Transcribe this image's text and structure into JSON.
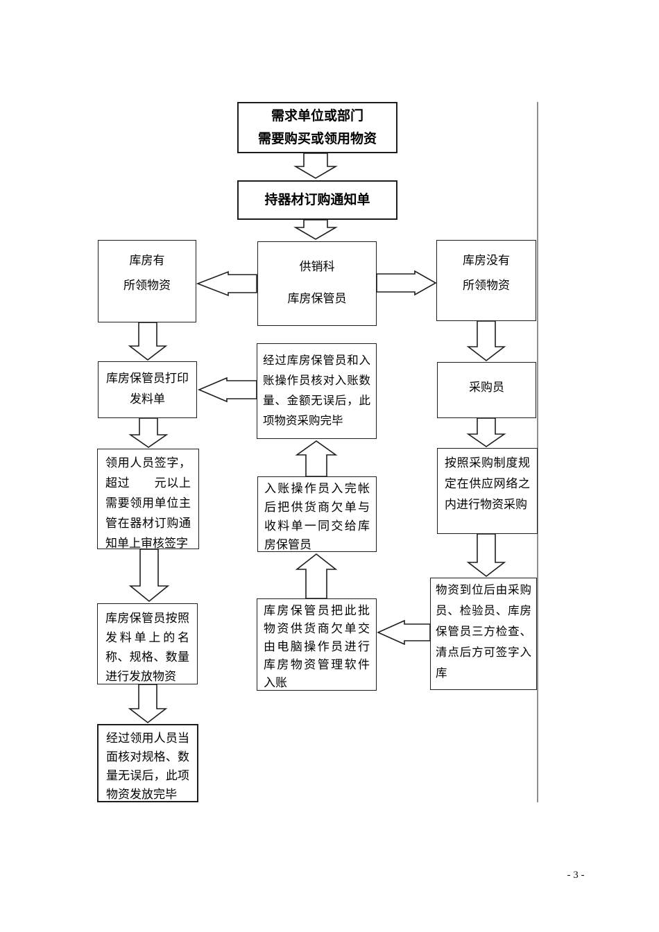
{
  "page": {
    "number": "- 3 -"
  },
  "colors": {
    "stroke": "#1d1d1d",
    "page_rule": "#8f8f8f",
    "background": "#ffffff"
  },
  "boxes": {
    "demand": [
      "需求单位或部门",
      "需要购买或领用物资"
    ],
    "notice": [
      "持器材订购通知单"
    ],
    "supply": [
      "供销科",
      "库房保管员"
    ],
    "has_stock": [
      "库房有",
      "所领物资"
    ],
    "no_stock": [
      "库房没有",
      "所领物资"
    ],
    "print_slip": [
      "库房保管员打印",
      "发料单"
    ],
    "sign": [
      "领用人员签字，",
      "超过　　元以上",
      "需要领用单位主",
      "管在器材订购通",
      "知单上审核签字"
    ],
    "issue": [
      "库房保管员按照",
      "发料单上的名",
      "称、规格、数量",
      "进行发放物资"
    ],
    "issue_done": [
      "经过领用人员当",
      "面核对规格、数",
      "量无误后，此项",
      "物资发放完毕"
    ],
    "purchase_done": [
      "经过库房保管员和入",
      "账操作员核对入账数",
      "量、金额无误后，此",
      "项物资采购完毕"
    ],
    "bookkeeper": [
      "入账操作员入完帐",
      "后把供货商欠单与",
      "收料单一同交给库",
      "房保管员"
    ],
    "software": [
      "库房保管员把此批",
      "物资供货商欠单交",
      "由电脑操作员进行",
      "库房物资管理软件",
      "入账"
    ],
    "buyer": [
      "采购员"
    ],
    "procure": [
      "按照采购制度规",
      "定在供应网络之",
      "内进行物资采购"
    ],
    "arrival": [
      "物资到位后由采购",
      "员、检验员、库房",
      "保管员三方检查、",
      "清点后方可签字入",
      "库"
    ]
  }
}
